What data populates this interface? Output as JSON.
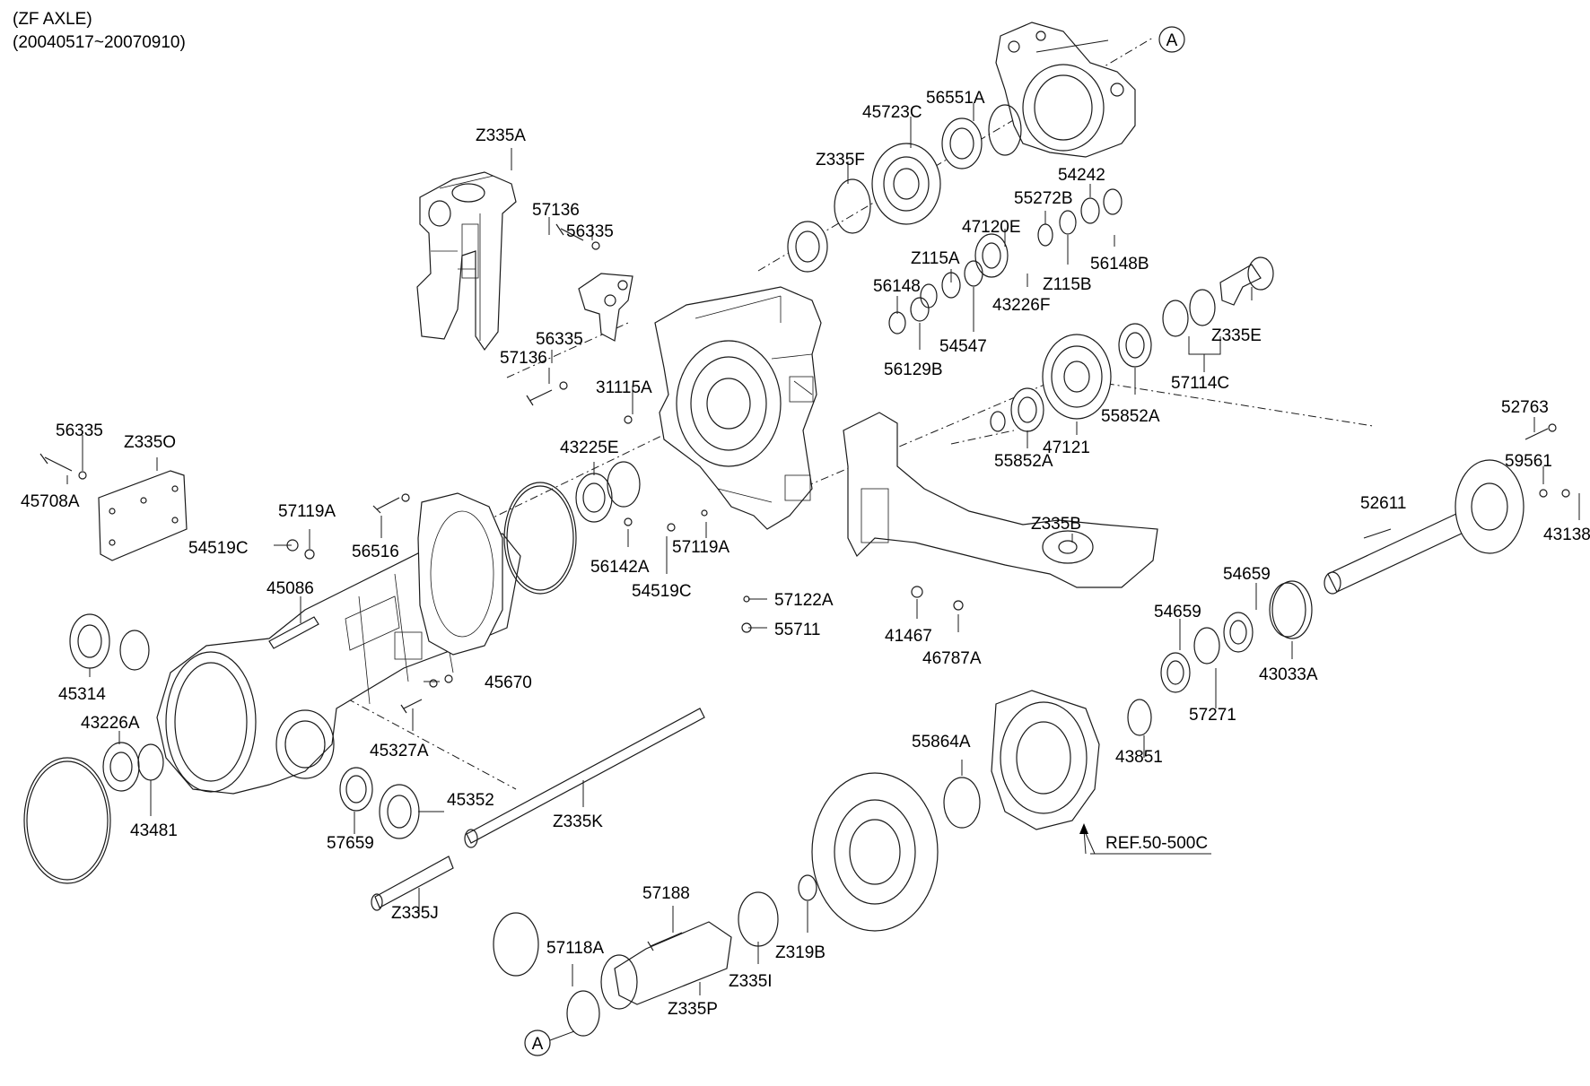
{
  "header": {
    "line1": "(ZF AXLE)",
    "line2": "(20040517~20070910)"
  },
  "reference": {
    "text": "REF.50-500C"
  },
  "markers": [
    {
      "id": "marker-a-top",
      "letter": "A"
    },
    {
      "id": "marker-a-bottom",
      "letter": "A"
    }
  ],
  "labels": [
    "Z335A",
    "57136",
    "56335",
    "56335",
    "57136",
    "31115A",
    "45723C",
    "56551A",
    "Z335F",
    "54242",
    "55272B",
    "47120E",
    "Z115A",
    "56148B",
    "Z115B",
    "56148",
    "43226F",
    "54547",
    "56129B",
    "Z335E",
    "57114C",
    "55852A",
    "47121",
    "55852A",
    "52763",
    "56335",
    "Z335O",
    "45708A",
    "57119A",
    "54519C",
    "56516",
    "43225E",
    "56142A",
    "57119A",
    "54519C",
    "57122A",
    "55711",
    "Z335B",
    "59561",
    "52611",
    "43138",
    "41467",
    "46787A",
    "45086",
    "45314",
    "45670",
    "54659",
    "54659",
    "43226A",
    "45327A",
    "43033A",
    "57271",
    "55864A",
    "43851",
    "45352",
    "43481",
    "Z335K",
    "57659",
    "Z335J",
    "57188",
    "57118A",
    "Z319B",
    "Z335I",
    "Z335P"
  ]
}
